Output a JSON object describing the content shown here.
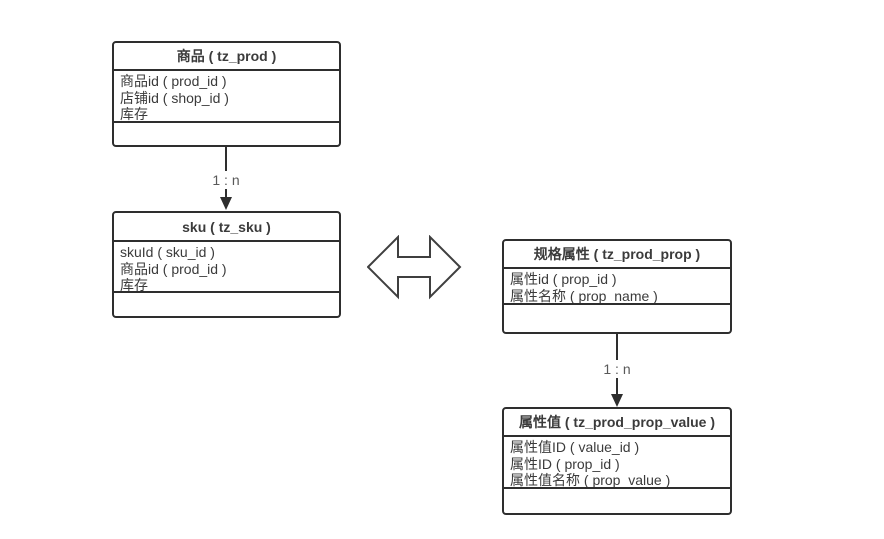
{
  "colors": {
    "background": "#ffffff",
    "line": "#2e2e2e",
    "arrow_stroke": "#3f3f3f",
    "text": "#3b3b3b",
    "label_text": "#595959"
  },
  "diagram": {
    "tables": [
      {
        "title": "商品 ( tz_prod )",
        "fields": [
          "商品id ( prod_id )",
          "店铺id ( shop_id )",
          "库存"
        ]
      },
      {
        "title": "sku ( tz_sku )",
        "fields": [
          "skuId ( sku_id )",
          "商品id ( prod_id )",
          "库存"
        ]
      },
      {
        "title": "规格属性 ( tz_prod_prop )",
        "fields": [
          "属性id ( prop_id )",
          "属性名称 ( prop_name )"
        ]
      },
      {
        "title": "属性值 ( tz_prod_prop_value )",
        "fields": [
          "属性值ID ( value_id )",
          "属性ID ( prop_id )",
          "属性值名称 ( prop_value )"
        ]
      }
    ],
    "connectors": [
      {
        "label": "1 : n",
        "from": "商品 ( tz_prod )",
        "to": "sku ( tz_sku )"
      },
      {
        "label": "1 : n",
        "from": "规格属性 ( tz_prod_prop )",
        "to": "属性值 ( tz_prod_prop_value )"
      }
    ]
  }
}
